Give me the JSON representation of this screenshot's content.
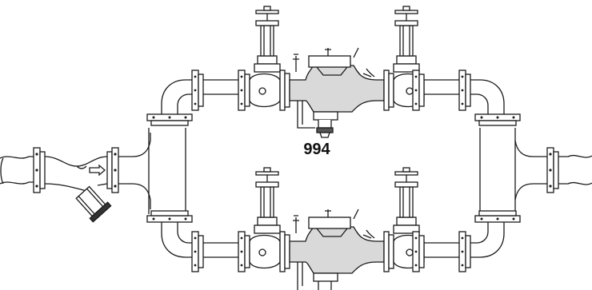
{
  "diagram": {
    "model_label": "994",
    "line_color": "#1a1a1a",
    "fill_color": "#ffffff",
    "shade_color": "#d9d9d9",
    "components": {
      "assemblies": 2,
      "shutoff_valves_per_assembly": 2,
      "strainer": "y-strainer",
      "flow_arrow": "right-arrow-icon"
    }
  }
}
